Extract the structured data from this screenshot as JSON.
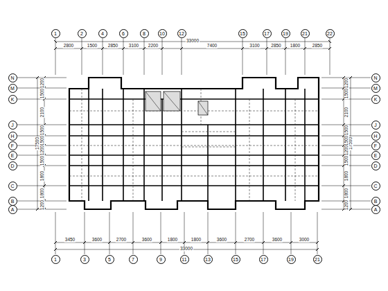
{
  "diagram": {
    "nodes": [
      {
        "text": [
          "1"
        ]
      },
      {
        "text": [
          "2"
        ]
      },
      {
        "text": [
          "4"
        ]
      },
      {
        "text": [
          "6"
        ]
      },
      {
        "text": [
          "8"
        ]
      },
      {
        "text": [
          "10"
        ]
      },
      {
        "text": [
          "12"
        ]
      },
      {
        "text": [
          "15"
        ]
      },
      {
        "text": [
          "17"
        ]
      },
      {
        "text": [
          "19"
        ]
      },
      {
        "text": [
          "21"
        ]
      },
      {
        "text": [
          "22"
        ]
      },
      {
        "text": [
          "1"
        ]
      },
      {
        "text": [
          "3"
        ]
      },
      {
        "text": [
          "5"
        ]
      },
      {
        "text": [
          "7"
        ]
      },
      {
        "text": [
          "9"
        ]
      },
      {
        "text": [
          "11"
        ]
      },
      {
        "text": [
          "13"
        ]
      },
      {
        "text": [
          "15"
        ]
      },
      {
        "text": [
          "17"
        ]
      },
      {
        "text": [
          "19"
        ]
      },
      {
        "text": [
          "21"
        ]
      },
      {
        "text": [
          "N"
        ]
      },
      {
        "text": [
          "M"
        ]
      },
      {
        "text": [
          "K"
        ]
      },
      {
        "text": [
          "J"
        ]
      },
      {
        "text": [
          "H"
        ]
      },
      {
        "text": [
          "F"
        ]
      },
      {
        "text": [
          "E"
        ]
      },
      {
        "text": [
          "D"
        ]
      },
      {
        "text": [
          "C"
        ]
      },
      {
        "text": [
          "B"
        ]
      },
      {
        "text": [
          "A"
        ]
      },
      {
        "text": [
          "N"
        ]
      },
      {
        "text": [
          "M"
        ]
      },
      {
        "text": [
          "K"
        ]
      },
      {
        "text": [
          "J"
        ]
      },
      {
        "text": [
          "H"
        ]
      },
      {
        "text": [
          "F"
        ]
      },
      {
        "text": [
          "E"
        ]
      },
      {
        "text": [
          "D"
        ]
      },
      {
        "text": [
          "C"
        ]
      },
      {
        "text": [
          "B"
        ]
      },
      {
        "text": [
          "A"
        ]
      }
    ],
    "labels": [
      "33000",
      "2800",
      "1500",
      "2850",
      "3100",
      "2200",
      "7400",
      "3100",
      "2850",
      "1800",
      "2850",
      "33000",
      "3450",
      "3600",
      "2700",
      "3600",
      "1800",
      "1800",
      "3600",
      "2700",
      "3600",
      "3000",
      "17500",
      "1200",
      "1500",
      "2100",
      "1500",
      "1500",
      "1200",
      "1500",
      "1800",
      "1800",
      "1200",
      "17500",
      "1200",
      "1500",
      "2100",
      "1500",
      "1500",
      "1200",
      "1500",
      "1800",
      "1800",
      "1200"
    ]
  }
}
